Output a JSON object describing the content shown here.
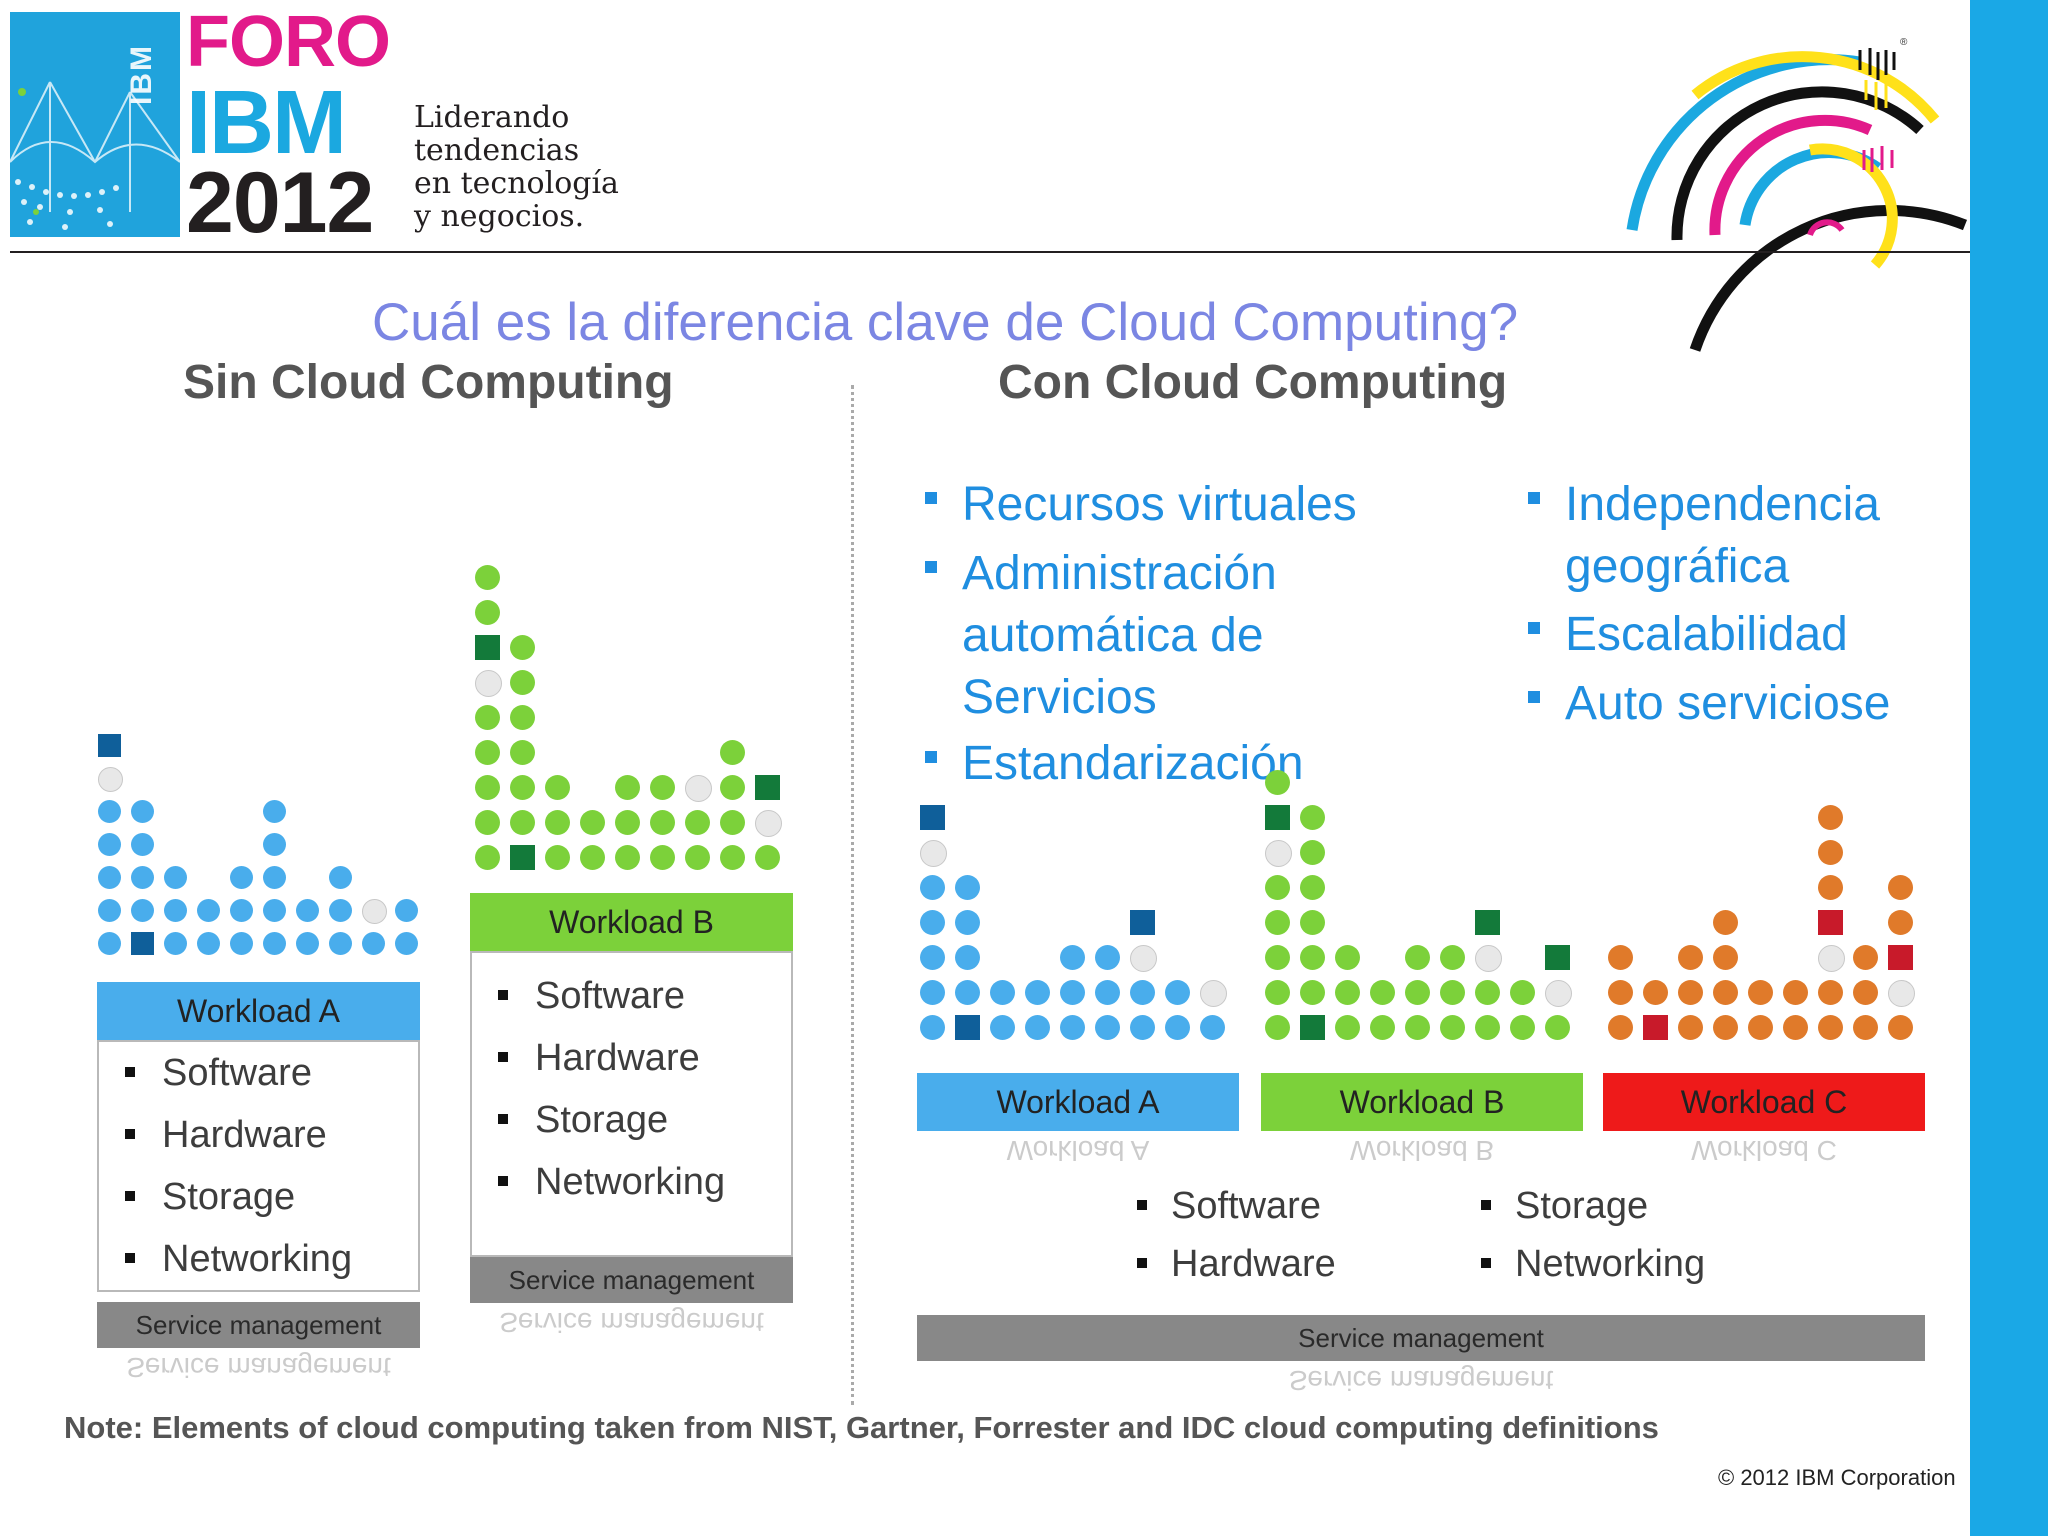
{
  "header": {
    "logo_small": "IBM",
    "logo_foro": "FORO",
    "logo_ibm": "IBM",
    "logo_year": "2012",
    "tagline": [
      "Liderando",
      "tendencias",
      "en tecnología",
      "y negocios."
    ],
    "corner_logo": "IBM"
  },
  "title": "Cuál es la diferencia clave de Cloud Computing?",
  "left_title": "Sin Cloud Computing",
  "right_title": "Con Cloud Computing",
  "features_left": [
    "Recursos virtuales",
    "Administración",
    "automática de",
    "Servicios",
    "Estandarización"
  ],
  "features_right": [
    "Independencia",
    "geográfica",
    "Escalabilidad",
    "Auto serviciose"
  ],
  "components": [
    "Software",
    "Hardware",
    "Storage",
    "Networking"
  ],
  "workload_a": "Workload A",
  "workload_b": "Workload B",
  "workload_c": "Workload C",
  "service_management": "Service management",
  "note": "Note: Elements of cloud computing taken from NIST, Gartner, Forrester and IDC cloud computing definitions",
  "copyright": "© 2012 IBM Corporation",
  "colors": {
    "accent_blue": "#1f8ee0",
    "title_purple": "#7b86e3",
    "workload_a": "#49adec",
    "workload_b": "#7cd13a",
    "workload_c": "#ee1a1a",
    "foro_pink": "#e21a8a",
    "right_bar": "#1aa8e6"
  }
}
